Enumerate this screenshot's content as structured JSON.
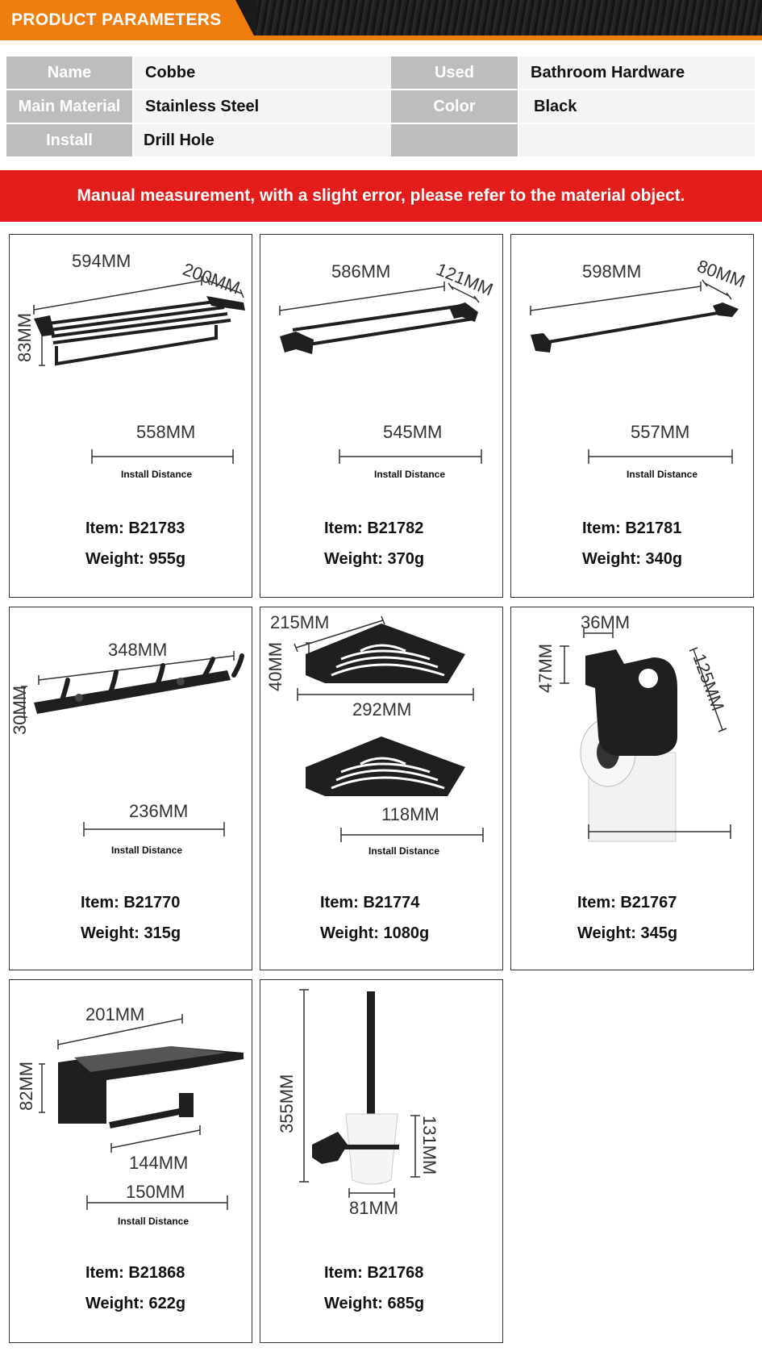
{
  "header": {
    "title": "PRODUCT PARAMETERS"
  },
  "params": {
    "name_label": "Name",
    "name_value": "Cobbe",
    "used_label": "Used",
    "used_value": "Bathroom Hardware",
    "material_label": "Main Material",
    "material_value": "Stainless Steel",
    "color_label": "Color",
    "color_value": "Black",
    "install_label": "Install",
    "install_value": "Drill Hole"
  },
  "notice": "Manual measurement, with a slight error, please refer to the material object.",
  "install_distance_label": "Install Distance",
  "products": [
    {
      "dims": [
        "594MM",
        "200MM",
        "83MM"
      ],
      "install": "558MM",
      "item": "Item: B21783",
      "weight": "Weight: 955g"
    },
    {
      "dims": [
        "586MM",
        "121MM"
      ],
      "install": "545MM",
      "item": "Item: B21782",
      "weight": "Weight: 370g"
    },
    {
      "dims": [
        "598MM",
        "80MM"
      ],
      "install": "557MM",
      "item": "Item: B21781",
      "weight": "Weight: 340g"
    },
    {
      "dims": [
        "348MM",
        "30MM"
      ],
      "install": "236MM",
      "item": "Item: B21770",
      "weight": "Weight: 315g"
    },
    {
      "dims": [
        "215MM",
        "40MM",
        "292MM"
      ],
      "install": "118MM",
      "item": "Item: B21774",
      "weight": "Weight: 1080g"
    },
    {
      "dims": [
        "36MM",
        "47MM",
        "125MM"
      ],
      "install": "",
      "item": "Item: B21767",
      "weight": "Weight: 345g"
    },
    {
      "dims": [
        "201MM",
        "82MM",
        "144MM"
      ],
      "install": "150MM",
      "item": "Item: B21868",
      "weight": "Weight: 622g"
    },
    {
      "dims": [
        "355MM",
        "131MM",
        "81MM"
      ],
      "install": "",
      "item": "Item: B21768",
      "weight": "Weight: 685g"
    }
  ],
  "colors": {
    "orange": "#ef7d0d",
    "red": "#e21d1b",
    "label_gray": "#bdbdbd",
    "product": "#1f1f1f"
  }
}
